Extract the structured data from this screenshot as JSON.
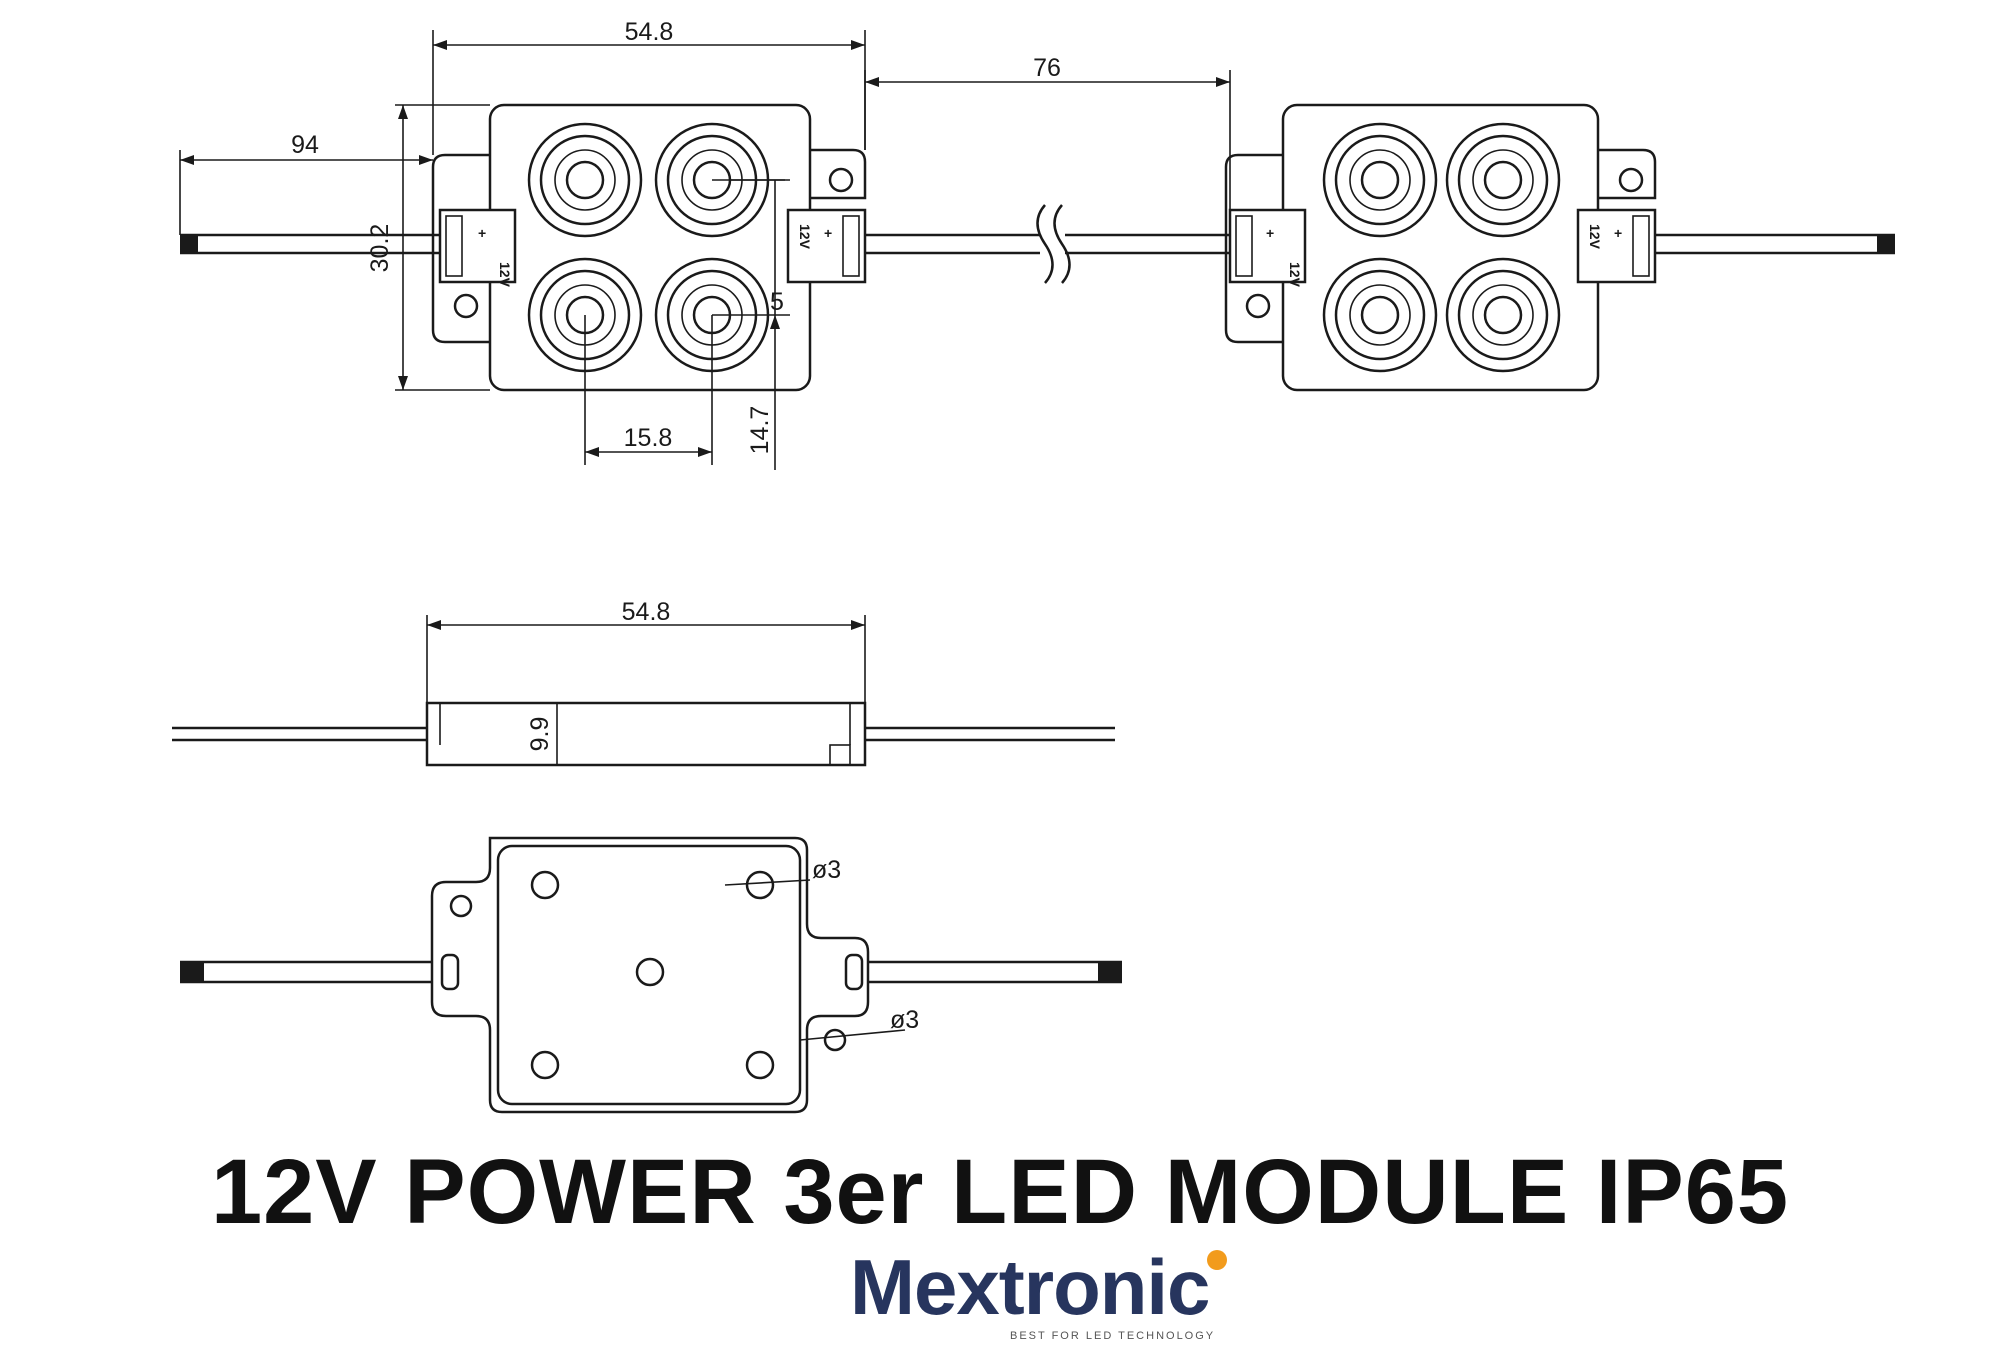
{
  "top_view": {
    "width_label": "54.8",
    "pitch_label": "76",
    "cable_label": "94",
    "height_label": "30.2",
    "led_spacing_x_label": "15.8",
    "led_spacing_y_label": "14.7",
    "led_diameter_label": "5",
    "connector_plus": "+",
    "connector_voltage": "12V"
  },
  "side_view": {
    "width_label": "54.8",
    "thickness_label": "9.9"
  },
  "bottom_view": {
    "hole_label_top": "ø3",
    "hole_label_bottom": "ø3"
  },
  "title": "12V POWER 3er LED MODULE IP65",
  "brand": {
    "name": "Mextronic",
    "tagline": "BEST FOR LED TECHNOLOGY",
    "accent_color": "#f29b1c",
    "text_color": "#27355e"
  }
}
